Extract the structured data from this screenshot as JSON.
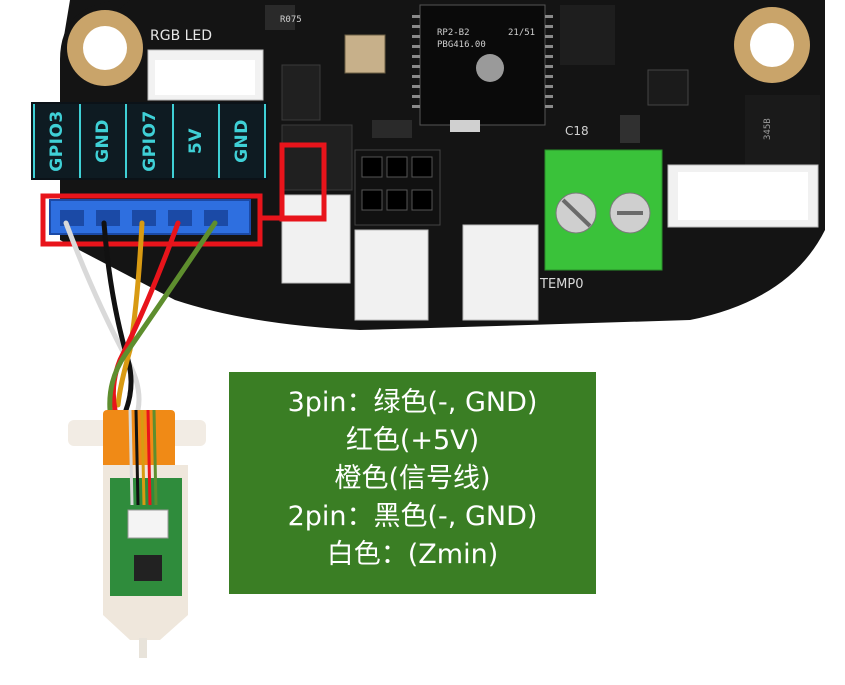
{
  "pin_labels": [
    "GPIO3",
    "GND",
    "GPIO7",
    "5V",
    "GND"
  ],
  "wiring_notes": [
    "3pin：绿色(-, GND)",
    "红色(+5V)",
    "橙色(信号线)",
    "2pin：黑色(-, GND)",
    "白色：(Zmin)"
  ],
  "board_labels": {
    "rgb_led": "RGB LED",
    "mcu_line1": "RP2-B2",
    "mcu_line2": "PBG416.00",
    "mcu_date": "21/51",
    "cap": "C18",
    "temp": "TEMP0",
    "resistor": "R075"
  },
  "wire_colors": {
    "white": "#d9d9d9",
    "black": "#111111",
    "orange": "#d89a12",
    "red": "#e8141b",
    "green": "#5e8e2e"
  },
  "colors": {
    "highlight_box": "#e8141b",
    "label_text": "#3fd0d6",
    "note_background": "#3a7e24",
    "connector_blue": "#2e6fe0"
  }
}
